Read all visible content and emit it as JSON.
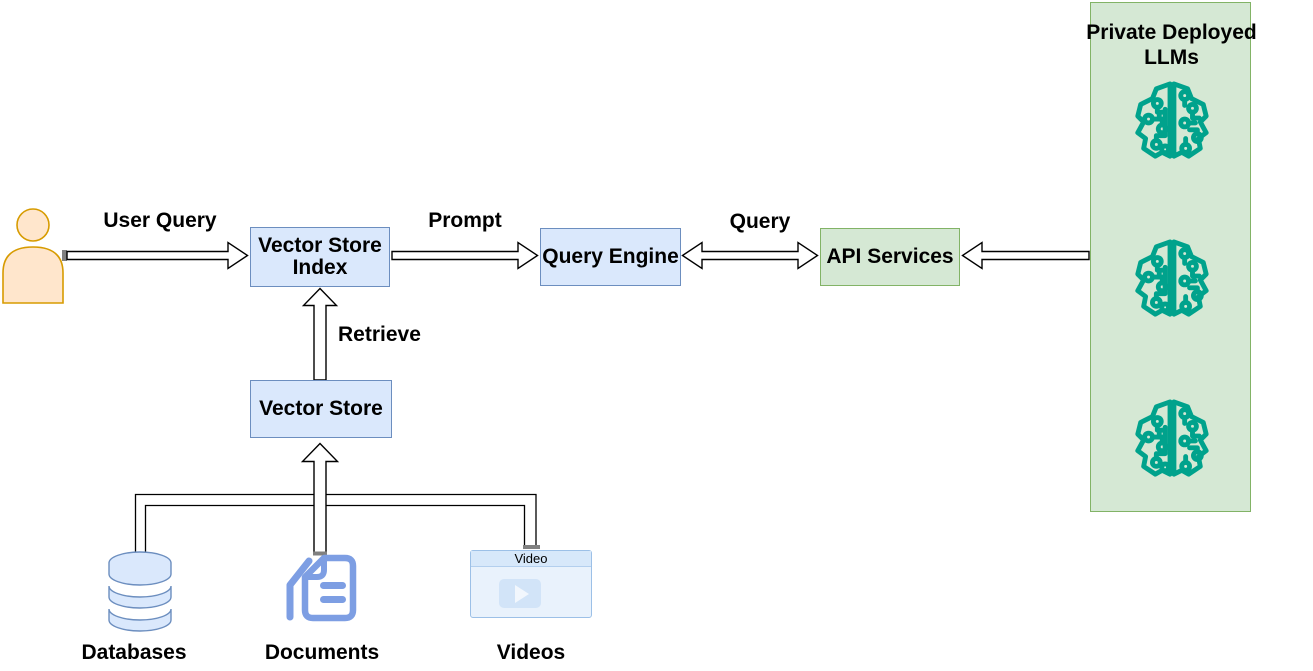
{
  "nodes": {
    "vector_store_index": {
      "label": "Vector Store Index"
    },
    "query_engine": {
      "label": "Query Engine"
    },
    "api_services": {
      "label": "API Services"
    },
    "vector_store": {
      "label": "Vector Store"
    },
    "private_llms": {
      "label": "Private Deployed LLMs"
    }
  },
  "edges": {
    "user_query": {
      "label": "User Query"
    },
    "prompt": {
      "label": "Prompt"
    },
    "query": {
      "label": "Query"
    },
    "retrieve": {
      "label": "Retrieve"
    }
  },
  "sources": {
    "databases": {
      "label": "Databases"
    },
    "documents": {
      "label": "Documents"
    },
    "videos": {
      "label": "Videos",
      "window_title": "Video"
    }
  },
  "icons": {
    "user": "person-icon",
    "llm": "brain-circuit-icon",
    "databases": "database-cylinder-icon",
    "documents": "document-icon",
    "videos": "video-player-icon"
  },
  "colors": {
    "blue_fill": "#dae8fc",
    "blue_border": "#6c8ebf",
    "green_fill": "#d5e8d4",
    "green_border": "#82b366",
    "person_fill": "#ffe6cc",
    "person_border": "#d79b00",
    "brain": "#00a28c",
    "doc_blue": "#7d9ee3"
  }
}
